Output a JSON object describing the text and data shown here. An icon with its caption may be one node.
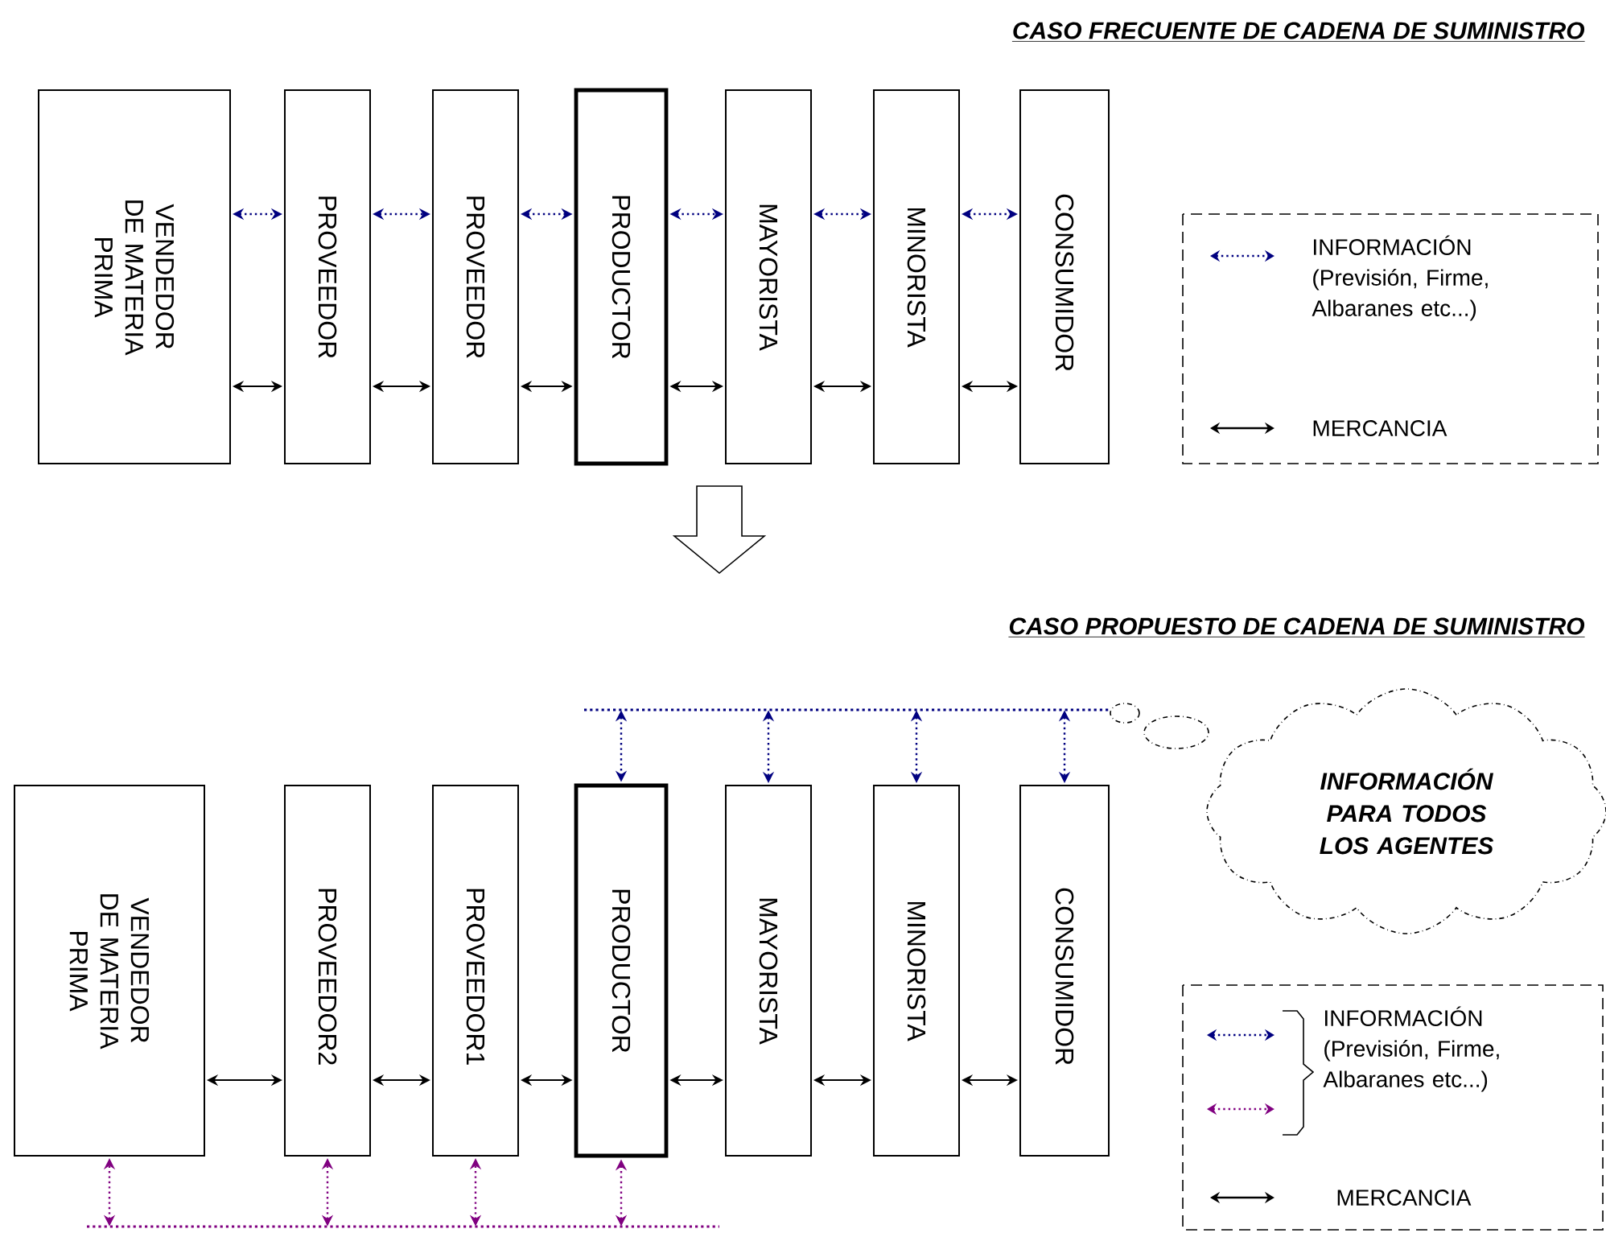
{
  "diagram": {
    "nodes": [
      {
        "text": [
          "VENDEDOR DE MATERIA PRIMA"
        ]
      },
      {
        "text": [
          "PROVEEDOR"
        ]
      },
      {
        "text": [
          "PROVEEDOR"
        ]
      },
      {
        "text": [
          "PRODUCTOR"
        ]
      },
      {
        "text": [
          "MAYORISTA"
        ]
      },
      {
        "text": [
          "MINORISTA"
        ]
      },
      {
        "text": [
          "CONSUMIDOR"
        ]
      },
      {
        "text": [
          "VENDEDOR DE MATERIA PRIMA"
        ]
      },
      {
        "text": [
          "PROVEEDOR2"
        ]
      },
      {
        "text": [
          "PROVEEDOR1"
        ]
      },
      {
        "text": [
          "PRODUCTOR"
        ]
      },
      {
        "text": [
          "MAYORISTA"
        ]
      },
      {
        "text": [
          "MINORISTA"
        ]
      },
      {
        "text": [
          "CONSUMIDOR"
        ]
      },
      {
        "text": [
          "INFORMACIÓN PARA TODOS LOS AGENTES"
        ]
      },
      {
        "text": [],
        "shape": "bar"
      },
      {
        "text": [],
        "shape": "bar"
      }
    ],
    "edges": [
      {
        "from": 0,
        "to": 1,
        "arrow": "both",
        "style": "dashed",
        "color": "#000080"
      },
      {
        "from": 1,
        "to": 2,
        "arrow": "both",
        "style": "dashed",
        "color": "#000080"
      },
      {
        "from": 2,
        "to": 3,
        "arrow": "both",
        "style": "dashed",
        "color": "#000080"
      },
      {
        "from": 3,
        "to": 4,
        "arrow": "both",
        "style": "dashed",
        "color": "#000080"
      },
      {
        "from": 4,
        "to": 5,
        "arrow": "both",
        "style": "dashed",
        "color": "#000080"
      },
      {
        "from": 5,
        "to": 6,
        "arrow": "both",
        "style": "dashed",
        "color": "#000080"
      },
      {
        "from": 0,
        "to": 1,
        "arrow": "both"
      },
      {
        "from": 1,
        "to": 2,
        "arrow": "both"
      },
      {
        "from": 2,
        "to": 3,
        "arrow": "both"
      },
      {
        "from": 3,
        "to": 4,
        "arrow": "both"
      },
      {
        "from": 4,
        "to": 5,
        "arrow": "both"
      },
      {
        "from": 5,
        "to": 6,
        "arrow": "both"
      },
      {
        "from": 15,
        "to": 10,
        "arrow": "both",
        "style": "dashed",
        "color": "#000080"
      },
      {
        "from": 15,
        "to": 11,
        "arrow": "both",
        "style": "dashed",
        "color": "#000080"
      },
      {
        "from": 15,
        "to": 12,
        "arrow": "both",
        "style": "dashed",
        "color": "#000080"
      },
      {
        "from": 15,
        "to": 13,
        "arrow": "both",
        "style": "dashed",
        "color": "#000080"
      },
      {
        "from": 7,
        "to": 8,
        "arrow": "both"
      },
      {
        "from": 8,
        "to": 9,
        "arrow": "both"
      },
      {
        "from": 9,
        "to": 10,
        "arrow": "both"
      },
      {
        "from": 10,
        "to": 11,
        "arrow": "both"
      },
      {
        "from": 11,
        "to": 12,
        "arrow": "both"
      },
      {
        "from": 12,
        "to": 13,
        "arrow": "both"
      },
      {
        "from": 16,
        "to": 7,
        "arrow": "both",
        "style": "dashed",
        "color": "#800080"
      },
      {
        "from": 16,
        "to": 8,
        "arrow": "both",
        "style": "dashed",
        "color": "#800080"
      },
      {
        "from": 16,
        "to": 9,
        "arrow": "both",
        "style": "dashed",
        "color": "#800080"
      },
      {
        "from": 16,
        "to": 10,
        "arrow": "both",
        "style": "dashed",
        "color": "#800080"
      }
    ],
    "labels": [
      "CASO FRECUENTE DE CADENA DE SUMINISTRO",
      "CASO PROPUESTO DE CADENA DE SUMINISTRO"
    ],
    "legend": [
      {
        "text": "INFORMACIÓN (Previsión, Firme, Albaranes etc...)"
      },
      {
        "text": "MERCANCIA"
      },
      {
        "text": "INFORMACIÓN (Previsión, Firme, Albaranes etc...)"
      },
      {
        "text": "MERCANCIA"
      }
    ]
  }
}
